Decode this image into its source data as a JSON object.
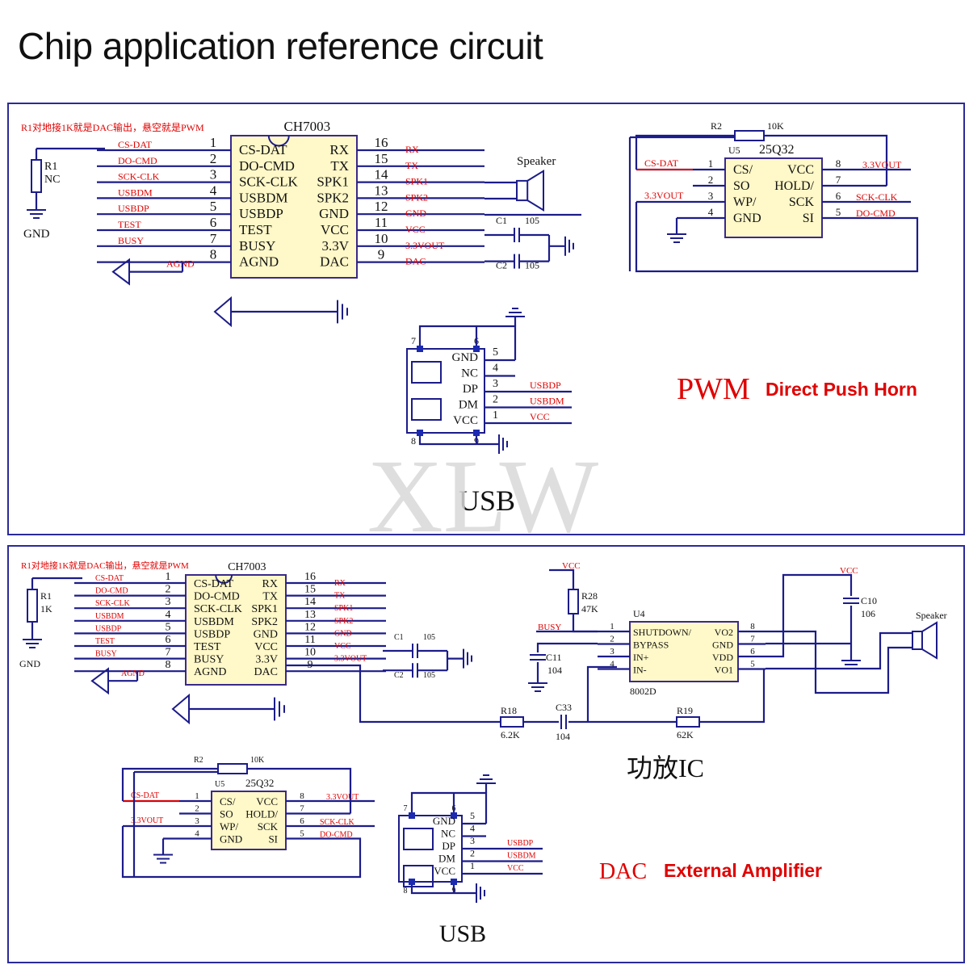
{
  "page_title": "Chip application reference circuit",
  "colors": {
    "accent_red": "#e00000",
    "wire_blue": "#1c1c8a",
    "chip_fill": "#fff8c8"
  },
  "top": {
    "note": "R1对地接1K就是DAC输出，悬空就是PWM",
    "chip_name": "CH7003",
    "left_pins": [
      {
        "num": "1",
        "name": "CS-DAT",
        "net": "CS-DAT"
      },
      {
        "num": "2",
        "name": "DO-CMD",
        "net": "DO-CMD"
      },
      {
        "num": "3",
        "name": "SCK-CLK",
        "net": "SCK-CLK"
      },
      {
        "num": "4",
        "name": "USBDM",
        "net": "USBDM"
      },
      {
        "num": "5",
        "name": "USBDP",
        "net": "USBDP"
      },
      {
        "num": "6",
        "name": "TEST",
        "net": "TEST"
      },
      {
        "num": "7",
        "name": "BUSY",
        "net": "BUSY"
      },
      {
        "num": "8",
        "name": "AGND",
        "net": "AGND"
      }
    ],
    "right_pins": [
      {
        "num": "16",
        "name": "RX",
        "net": "RX"
      },
      {
        "num": "15",
        "name": "TX",
        "net": "TX"
      },
      {
        "num": "14",
        "name": "SPK1",
        "net": "SPK1"
      },
      {
        "num": "13",
        "name": "SPK2",
        "net": "SPK2"
      },
      {
        "num": "12",
        "name": "GND",
        "net": "GND"
      },
      {
        "num": "11",
        "name": "VCC",
        "net": "VCC"
      },
      {
        "num": "10",
        "name": "3.3V",
        "net": "3.3VOUT"
      },
      {
        "num": "9",
        "name": "DAC",
        "net": "DAC"
      }
    ],
    "r1_ref": "R1",
    "r1_value": "NC",
    "gnd_label": "GND",
    "c1_ref": "C1",
    "c1_value": "105",
    "c2_ref": "C2",
    "c2_value": "105",
    "speaker_label": "Speaker",
    "flash": {
      "r2_ref": "R2",
      "r2_value": "10K",
      "u_ref": "U5",
      "u_name": "25Q32",
      "left_pins": [
        {
          "num": "1",
          "name": "CS/"
        },
        {
          "num": "2",
          "name": "SO"
        },
        {
          "num": "3",
          "name": "WP/"
        },
        {
          "num": "4",
          "name": "GND"
        }
      ],
      "right_pins": [
        {
          "num": "8",
          "name": "VCC"
        },
        {
          "num": "7",
          "name": "HOLD/"
        },
        {
          "num": "6",
          "name": "SCK"
        },
        {
          "num": "5",
          "name": "SI"
        }
      ],
      "net_cs": "CS-DAT",
      "net_wp": "3.3VOUT",
      "net_vcc": "3.3VOUT",
      "net_sck": "SCK-CLK",
      "net_si": "DO-CMD"
    },
    "usb": {
      "pins": [
        {
          "num": "5",
          "name": "GND"
        },
        {
          "num": "4",
          "name": "NC"
        },
        {
          "num": "3",
          "name": "DP"
        },
        {
          "num": "2",
          "name": "DM"
        },
        {
          "num": "1",
          "name": "VCC"
        }
      ],
      "nets": [
        "USBDP",
        "USBDM",
        "VCC"
      ],
      "shell_pins": [
        "7",
        "6",
        "8",
        "9"
      ],
      "label": "USB"
    },
    "mode_label": "PWM",
    "mode_desc": "Direct Push Horn",
    "watermark": "XLW"
  },
  "bottom": {
    "note": "R1对地接1K就是DAC输出，悬空就是PWM",
    "chip_name": "CH7003",
    "left_pins": [
      {
        "num": "1",
        "name": "CS-DAT",
        "net": "CS-DAT"
      },
      {
        "num": "2",
        "name": "DO-CMD",
        "net": "DO-CMD"
      },
      {
        "num": "3",
        "name": "SCK-CLK",
        "net": "SCK-CLK"
      },
      {
        "num": "4",
        "name": "USBDM",
        "net": "USBDM"
      },
      {
        "num": "5",
        "name": "USBDP",
        "net": "USBDP"
      },
      {
        "num": "6",
        "name": "TEST",
        "net": "TEST"
      },
      {
        "num": "7",
        "name": "BUSY",
        "net": "BUSY"
      },
      {
        "num": "8",
        "name": "AGND",
        "net": "AGND"
      }
    ],
    "right_pins": [
      {
        "num": "16",
        "name": "RX",
        "net": "RX"
      },
      {
        "num": "15",
        "name": "TX",
        "net": "TX"
      },
      {
        "num": "14",
        "name": "SPK1",
        "net": "SPK1"
      },
      {
        "num": "13",
        "name": "SPK2",
        "net": "SPK2"
      },
      {
        "num": "12",
        "name": "GND",
        "net": "GND"
      },
      {
        "num": "11",
        "name": "VCC",
        "net": "VCC"
      },
      {
        "num": "10",
        "name": "3.3V",
        "net": "3.3VOUT"
      },
      {
        "num": "9",
        "name": "DAC",
        "net": ""
      }
    ],
    "r1_ref": "R1",
    "r1_value": "1K",
    "gnd_label": "GND",
    "c1_ref": "C1",
    "c1_value": "105",
    "c2_ref": "C2",
    "c2_value": "105",
    "amp": {
      "vcc_top": "VCC",
      "r28_ref": "R28",
      "r28_value": "47K",
      "u_ref": "U4",
      "busy_net": "BUSY",
      "c11_ref": "C11",
      "c11_value": "104",
      "left_pins": [
        {
          "num": "1",
          "name": "SHUTDOWN/"
        },
        {
          "num": "2",
          "name": "BYPASS"
        },
        {
          "num": "3",
          "name": "IN+"
        },
        {
          "num": "4",
          "name": "IN-"
        }
      ],
      "right_pins": [
        {
          "num": "8",
          "name": "VO2"
        },
        {
          "num": "7",
          "name": "GND"
        },
        {
          "num": "6",
          "name": "VDD"
        },
        {
          "num": "5",
          "name": "VO1"
        }
      ],
      "part": "8002D",
      "vcc_right": "VCC",
      "c10_ref": "C10",
      "c10_value": "106",
      "speaker_label": "Speaker",
      "r18_ref": "R18",
      "r18_value": "6.2K",
      "c33_ref": "C33",
      "c33_value": "104",
      "r19_ref": "R19",
      "r19_value": "62K",
      "caption": "功放IC"
    },
    "flash": {
      "r2_ref": "R2",
      "r2_value": "10K",
      "u_ref": "U5",
      "u_name": "25Q32",
      "left_pins": [
        {
          "num": "1",
          "name": "CS/"
        },
        {
          "num": "2",
          "name": "SO"
        },
        {
          "num": "3",
          "name": "WP/"
        },
        {
          "num": "4",
          "name": "GND"
        }
      ],
      "right_pins": [
        {
          "num": "8",
          "name": "VCC"
        },
        {
          "num": "7",
          "name": "HOLD/"
        },
        {
          "num": "6",
          "name": "SCK"
        },
        {
          "num": "5",
          "name": "SI"
        }
      ],
      "net_cs": "CS-DAT",
      "net_wp": "3.3VOUT",
      "net_vcc": "3.3VOUT",
      "net_sck": "SCK-CLK",
      "net_si": "DO-CMD"
    },
    "usb": {
      "pins": [
        {
          "num": "5",
          "name": "GND"
        },
        {
          "num": "4",
          "name": "NC"
        },
        {
          "num": "3",
          "name": "DP"
        },
        {
          "num": "2",
          "name": "DM"
        },
        {
          "num": "1",
          "name": "VCC"
        }
      ],
      "nets": [
        "USBDP",
        "USBDM",
        "VCC"
      ],
      "shell_pins": [
        "7",
        "6",
        "8",
        "9"
      ],
      "label": "USB"
    },
    "mode_label": "DAC",
    "mode_desc": "External Amplifier"
  }
}
